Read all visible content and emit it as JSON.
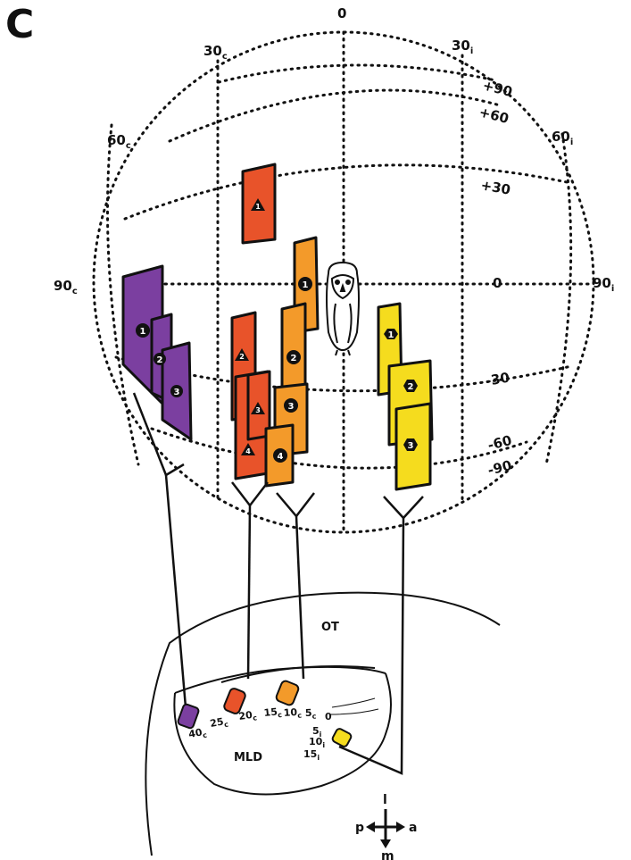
{
  "panel_letter": "C",
  "colors": {
    "purple": "#7b3fa0",
    "red": "#e8532a",
    "orange": "#f39a2a",
    "yellow": "#f5dc1e",
    "ink": "#111111"
  },
  "globe": {
    "top": "0",
    "azimuth_left": {
      "a30": {
        "n": "30",
        "s": "c"
      },
      "a60": {
        "n": "60",
        "s": "c"
      },
      "a90": {
        "n": "90",
        "s": "c"
      }
    },
    "azimuth_right": {
      "a30": {
        "n": "30",
        "s": "i"
      },
      "a60": {
        "n": "60",
        "s": "i"
      },
      "a90": {
        "n": "90",
        "s": "i"
      }
    },
    "elevation": {
      "p90": "+90",
      "p60": "+60",
      "p30": "+30",
      "zero": "0",
      "m30": "-30",
      "m60": "-60",
      "m90": "-90"
    }
  },
  "fields": {
    "purple": [
      "1",
      "2",
      "3"
    ],
    "red": [
      "1",
      "2",
      "3",
      "4"
    ],
    "orange": [
      "1",
      "2",
      "3",
      "4"
    ],
    "yellow": [
      "1",
      "2",
      "3"
    ]
  },
  "brain": {
    "ot": "OT",
    "mld": "MLD",
    "map_ticks": [
      {
        "n": "40",
        "s": "c"
      },
      {
        "n": "25",
        "s": "c"
      },
      {
        "n": "20",
        "s": "c"
      },
      {
        "n": "15",
        "s": "c"
      },
      {
        "n": "10",
        "s": "c"
      },
      {
        "n": "5",
        "s": "c"
      },
      {
        "n": "0",
        "s": ""
      },
      {
        "n": "5",
        "s": "i"
      },
      {
        "n": "10",
        "s": "i"
      },
      {
        "n": "15",
        "s": "i"
      }
    ]
  },
  "compass": {
    "p": "p",
    "a": "a",
    "m": "m",
    "l": "l"
  }
}
